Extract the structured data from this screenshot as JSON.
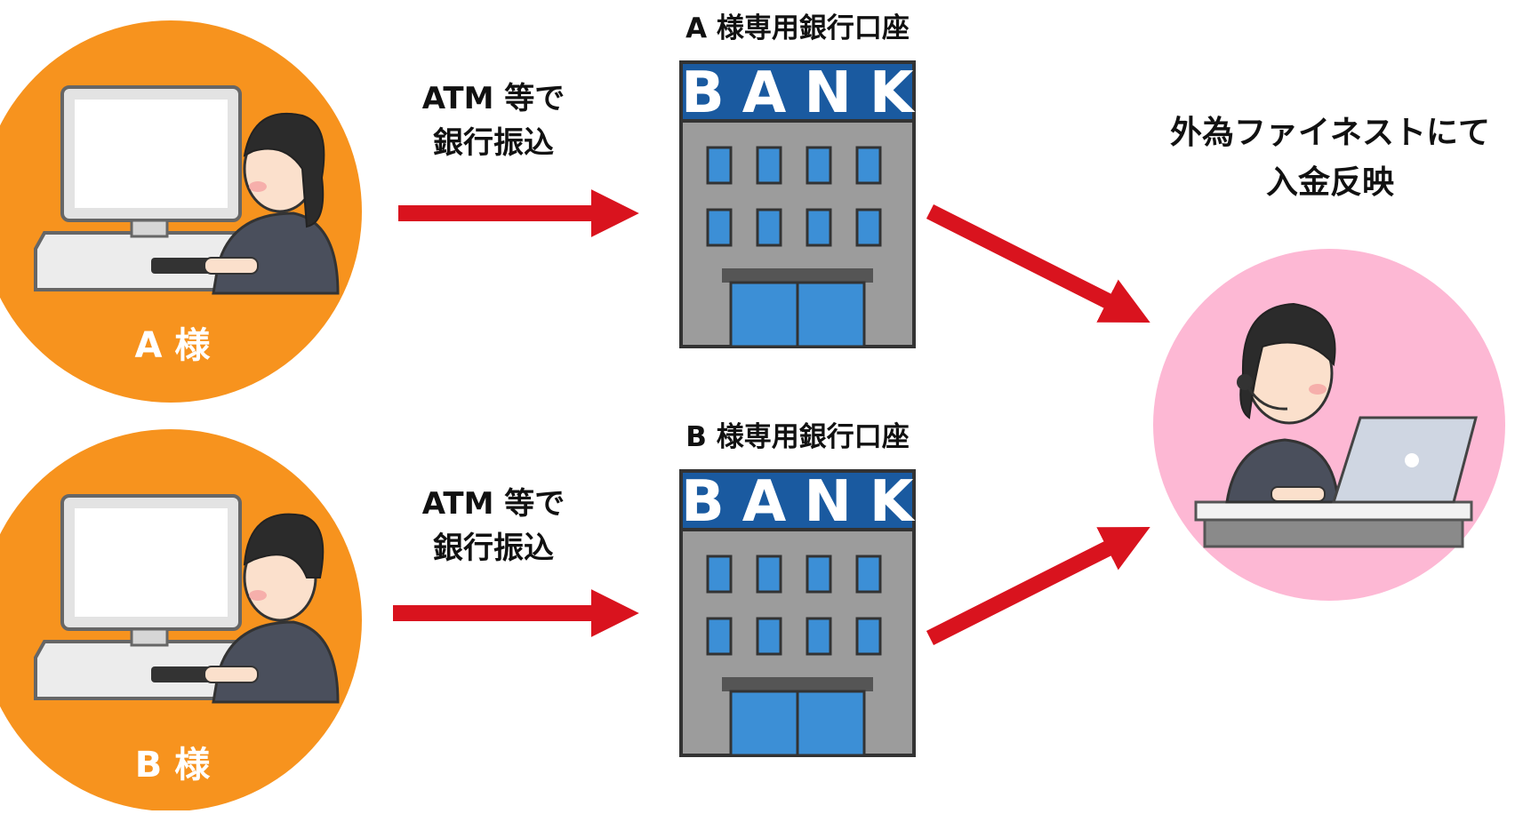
{
  "customers": [
    {
      "name": "A 様",
      "circle_color": "#F7931E"
    },
    {
      "name": "B 様",
      "circle_color": "#F7931E"
    }
  ],
  "transfer_labels": [
    {
      "line1": "ATM 等で",
      "line2": "銀行振込"
    },
    {
      "line1": "ATM 等で",
      "line2": "銀行振込"
    }
  ],
  "accounts": [
    {
      "title": "A 様専用銀行口座",
      "sign": "BANK"
    },
    {
      "title": "B 様専用銀行口座",
      "sign": "BANK"
    }
  ],
  "destination": {
    "line1": "外為ファイネストにて",
    "line2": "入金反映",
    "circle_color": "#FDB8D4"
  },
  "colors": {
    "arrow": "#D9131E",
    "bank_sign": "#1A5AA0",
    "bank_body": "#9C9C9C",
    "bank_window": "#3C8FD6"
  },
  "icons": [
    "customer-at-computer",
    "bank-building-icon",
    "operator-with-headset",
    "arrow-icon"
  ]
}
